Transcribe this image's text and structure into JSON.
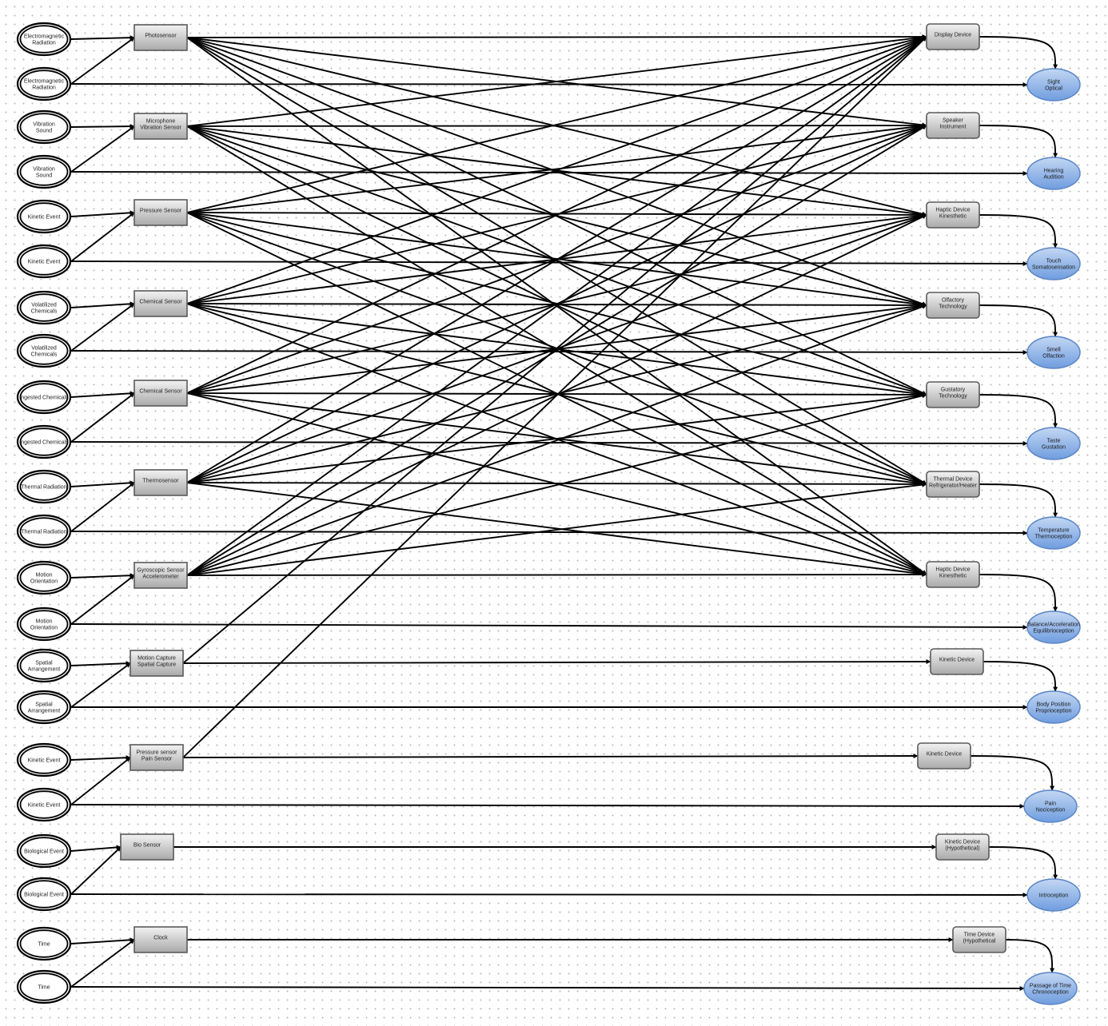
{
  "stimuli": [
    {
      "text": [
        "Electromagnetic",
        "Radiation"
      ]
    },
    {
      "text": [
        "Electromagnetic",
        "Radiation"
      ]
    },
    {
      "text": [
        "Vibration",
        "Sound"
      ]
    },
    {
      "text": [
        "Vibration",
        "Sound"
      ]
    },
    {
      "text": [
        "Kinetic Event"
      ]
    },
    {
      "text": [
        "Kinetic Event"
      ]
    },
    {
      "text": [
        "Volatilized",
        "Chemicals"
      ]
    },
    {
      "text": [
        "Volatilized",
        "Chemicals"
      ]
    },
    {
      "text": [
        "Ingested Chemicals"
      ]
    },
    {
      "text": [
        "Ingested Chemicals"
      ]
    },
    {
      "text": [
        "Thermal Radiation"
      ]
    },
    {
      "text": [
        "Thermal Radiation"
      ]
    },
    {
      "text": [
        "Motion",
        "Orientation"
      ]
    },
    {
      "text": [
        "Motion",
        "Orientation"
      ]
    },
    {
      "text": [
        "Spatial",
        "Arrangement"
      ]
    },
    {
      "text": [
        "Spatial",
        "Arrangement"
      ]
    },
    {
      "text": [
        "Kinetic Event"
      ]
    },
    {
      "text": [
        "Kinetic Event"
      ]
    },
    {
      "text": [
        "Biological Event"
      ]
    },
    {
      "text": [
        "Biological Event"
      ]
    },
    {
      "text": [
        "Time"
      ]
    },
    {
      "text": [
        "Time"
      ]
    }
  ],
  "sensors": [
    {
      "text": [
        "Photosensor"
      ]
    },
    {
      "text": [
        "Microphone",
        "Vibration Sensor"
      ]
    },
    {
      "text": [
        "Pressure Sensor"
      ]
    },
    {
      "text": [
        "Chemical Sensor"
      ]
    },
    {
      "text": [
        "Chemical Sensor"
      ]
    },
    {
      "text": [
        "Thermosensor"
      ]
    },
    {
      "text": [
        "Gyroscopic Sensor",
        "Accelerometer"
      ]
    },
    {
      "text": [
        "Motion Capture",
        "Spatial Capture"
      ]
    },
    {
      "text": [
        "Pressure sensor",
        "Pain Sensor"
      ]
    },
    {
      "text": [
        "Bio Sensor"
      ]
    },
    {
      "text": [
        "Clock"
      ]
    }
  ],
  "devices": [
    {
      "text": [
        "Display Device"
      ]
    },
    {
      "text": [
        "Speaker",
        "Instrument"
      ]
    },
    {
      "text": [
        "Haptic Device",
        "Kinesthetic"
      ]
    },
    {
      "text": [
        "Olfactory",
        "Technology"
      ]
    },
    {
      "text": [
        "Gustatory",
        "Technology"
      ]
    },
    {
      "text": [
        "Thermal Device",
        "Refrigerator/Heater"
      ]
    },
    {
      "text": [
        "Haptic Device",
        "Kinesthetic"
      ]
    },
    {
      "text": [
        "Kinetic Device"
      ]
    },
    {
      "text": [
        "Kinetic Device"
      ]
    },
    {
      "text": [
        "Kinetic Device",
        "(Hypothetical)"
      ]
    },
    {
      "text": [
        "Time Device",
        "(Hypothetical"
      ]
    }
  ],
  "senses": [
    {
      "text": [
        "Sight",
        "Optical"
      ]
    },
    {
      "text": [
        "Hearing",
        "Audition"
      ]
    },
    {
      "text": [
        "Touch",
        "Somatosensation"
      ]
    },
    {
      "text": [
        "Smell",
        "Olfaction"
      ]
    },
    {
      "text": [
        "Taste",
        "Gustation"
      ]
    },
    {
      "text": [
        "Temperature",
        "Thermoception"
      ]
    },
    {
      "text": [
        "Balance/Acceleration",
        "Equilibrioception"
      ]
    },
    {
      "text": [
        "Body Position",
        "Proprioception"
      ]
    },
    {
      "text": [
        "Pain",
        "Nociception"
      ]
    },
    {
      "text": [
        "Introception"
      ]
    },
    {
      "text": [
        "Passage of Time",
        "Chronoception"
      ]
    }
  ],
  "colors": {
    "edge": "#000000",
    "stimulus_fill": "#ffffff",
    "stimulus_stroke": "#000000",
    "box_fill_top": "#f2f2f2",
    "box_fill_bottom": "#a9a9a9",
    "box_stroke": "#5a5a5a",
    "sense_fill_top": "#c3d7f3",
    "sense_fill_bottom": "#6f9ddf",
    "sense_stroke": "#5c86c6"
  }
}
